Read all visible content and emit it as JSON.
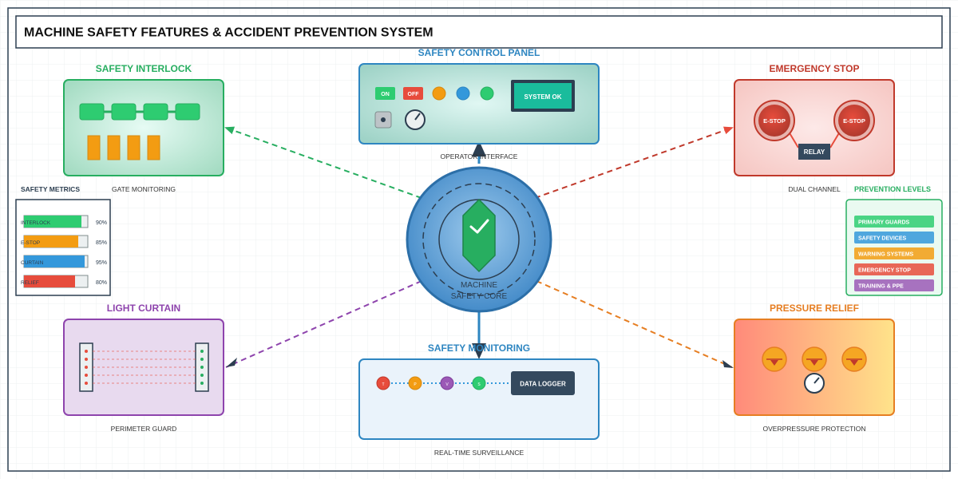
{
  "title": "MACHINE SAFETY FEATURES & ACCIDENT PREVENTION SYSTEM",
  "core": {
    "line1": "MACHINE",
    "line2": "SAFETY CORE"
  },
  "interlock": {
    "title": "SAFETY INTERLOCK",
    "caption": "GATE MONITORING",
    "color": "#27ae60"
  },
  "control_panel": {
    "title": "SAFETY CONTROL PANEL",
    "caption": "OPERATOR INTERFACE",
    "on_label": "ON",
    "off_label": "OFF",
    "display_text": "SYSTEM OK",
    "color": "#2e86c1"
  },
  "emergency_stop": {
    "title": "EMERGENCY STOP",
    "caption": "DUAL CHANNEL",
    "button_left": "E-STOP",
    "button_right": "E-STOP",
    "relay_label": "RELAY",
    "color": "#c0392b"
  },
  "light_curtain": {
    "title": "LIGHT CURTAIN",
    "caption": "PERIMETER GUARD",
    "color": "#8e44ad"
  },
  "monitoring": {
    "title": "SAFETY MONITORING",
    "caption": "REAL-TIME SURVEILLANCE",
    "sensors": [
      "T",
      "P",
      "V",
      "S"
    ],
    "logger_label": "DATA LOGGER",
    "color": "#2e86c1"
  },
  "pressure_relief": {
    "title": "PRESSURE RELIEF",
    "caption": "OVERPRESSURE PROTECTION",
    "color": "#e67e22"
  },
  "metrics": {
    "title": "SAFETY METRICS",
    "items": [
      {
        "label": "INTERLOCK",
        "percent": 90,
        "value_text": "90%",
        "color": "#2ecc71"
      },
      {
        "label": "E-STOP",
        "percent": 85,
        "value_text": "85%",
        "color": "#f39c12"
      },
      {
        "label": "CURTAIN",
        "percent": 95,
        "value_text": "95%",
        "color": "#3498db"
      },
      {
        "label": "RELIEF",
        "percent": 80,
        "value_text": "80%",
        "color": "#e74c3c"
      }
    ]
  },
  "prevention_levels": {
    "title": "PREVENTION LEVELS",
    "items": [
      {
        "label": "PRIMARY GUARDS",
        "color": "#2ecc71"
      },
      {
        "label": "SAFETY DEVICES",
        "color": "#3498db"
      },
      {
        "label": "WARNING SYSTEMS",
        "color": "#f39c12"
      },
      {
        "label": "EMERGENCY STOP",
        "color": "#e74c3c"
      },
      {
        "label": "TRAINING & PPE",
        "color": "#9b59b6"
      }
    ]
  }
}
